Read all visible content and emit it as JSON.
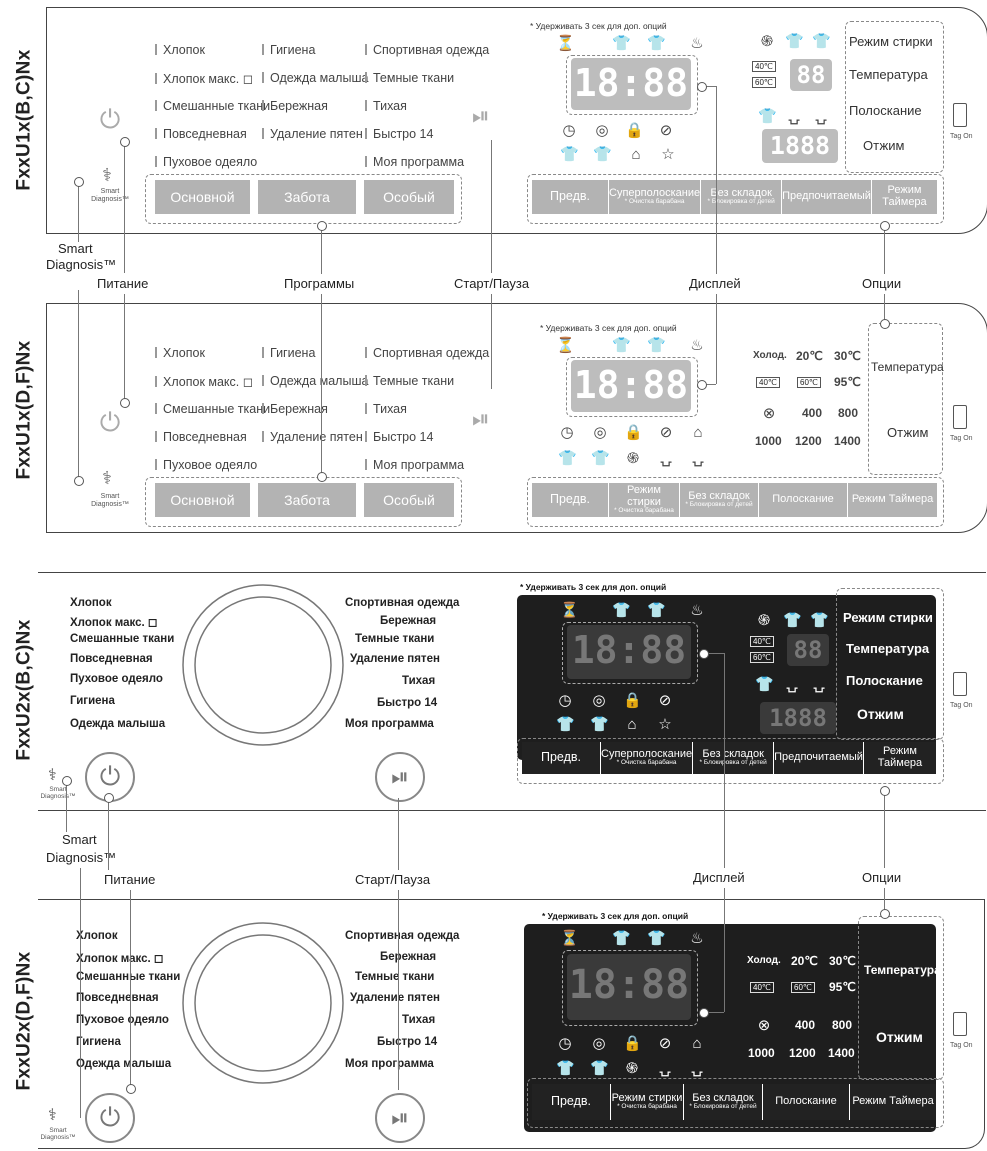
{
  "models": {
    "m1": "FxxU1x(B,C)Nx",
    "m2": "FxxU1x(D,F)Nx",
    "m3": "FxxU2x(B,C)Nx",
    "m4": "FxxU2x(D,F)Nx"
  },
  "programs": {
    "col1": [
      "Хлопок",
      "Хлопок макс.",
      "Смешанные ткани",
      "Повседневная",
      "Пуховое одеяло"
    ],
    "col2": [
      "Гигиена",
      "Одежда малыша",
      "Бережная",
      "Удаление пятен"
    ],
    "col3": [
      "Спортивная одежда",
      "Темные ткани",
      "Тихая",
      "Быстро 14",
      "Моя программа"
    ]
  },
  "dial": {
    "left": [
      "Хлопок",
      "Хлопок макс.",
      "Смешанные ткани",
      "Повседневная",
      "Пуховое одеяло",
      "Гигиена",
      "Одежда малыша"
    ],
    "right": [
      "Спортивная одежда",
      "Бережная",
      "Темные ткани",
      "Удаление пятен",
      "Тихая",
      "Быстро 14",
      "Моя программа"
    ]
  },
  "groups": {
    "basic": "Основной",
    "care": "Забота",
    "special": "Особый"
  },
  "hold_hint": "* Удерживать 3 сек  для доп. опций",
  "display_digits": "18:88",
  "display_small_digits": "88",
  "display_spin_digits": "1888",
  "options_bc": [
    {
      "label": "Предв.",
      "sub": ""
    },
    {
      "label": "Суперполоскание",
      "sub": "* Очистка барабана"
    },
    {
      "label": "Без складок",
      "sub": "* Блокировка от детей"
    },
    {
      "label": "Предпочитаемый",
      "sub": ""
    },
    {
      "label": "Режим Таймера",
      "sub": ""
    }
  ],
  "options_df": [
    {
      "label": "Предв.",
      "sub": ""
    },
    {
      "label": "Режим стирки",
      "sub": "* Очистка барабана"
    },
    {
      "label": "Без складок",
      "sub": "* Блокировка от детей"
    },
    {
      "label": "Полоскание",
      "sub": ""
    },
    {
      "label": "Режим Таймера",
      "sub": ""
    }
  ],
  "right_labels_bc": [
    "Режим стирки",
    "Температура",
    "Полоскание",
    "Отжим"
  ],
  "right_labels_df": [
    "Температура",
    "Отжим"
  ],
  "temps": {
    "cold": "Холод.",
    "t20": "20℃",
    "t30": "30℃",
    "t40": "40℃",
    "t60": "60℃",
    "t95": "95℃"
  },
  "spins": {
    "s400": "400",
    "s800": "800",
    "s1000": "1000",
    "s1200": "1200",
    "s1400": "1400"
  },
  "callouts": {
    "smart": "Smart",
    "diagnosis": "Diagnosis™",
    "power": "Питание",
    "programs": "Программы",
    "start": "Старт/Пауза",
    "display": "Дисплей",
    "options": "Опции"
  },
  "smart_icon_label_1": "Smart",
  "smart_icon_label_2": "Diagnosis™",
  "tag_on": "Tag On",
  "icons": [
    "prewash-icon",
    "shirt-icon",
    "shirt-icon",
    "timer-icon",
    "lock-icon",
    "wifi-icon",
    "star-icon",
    "iron-icon",
    "spin-icon",
    "rinse-icon"
  ]
}
